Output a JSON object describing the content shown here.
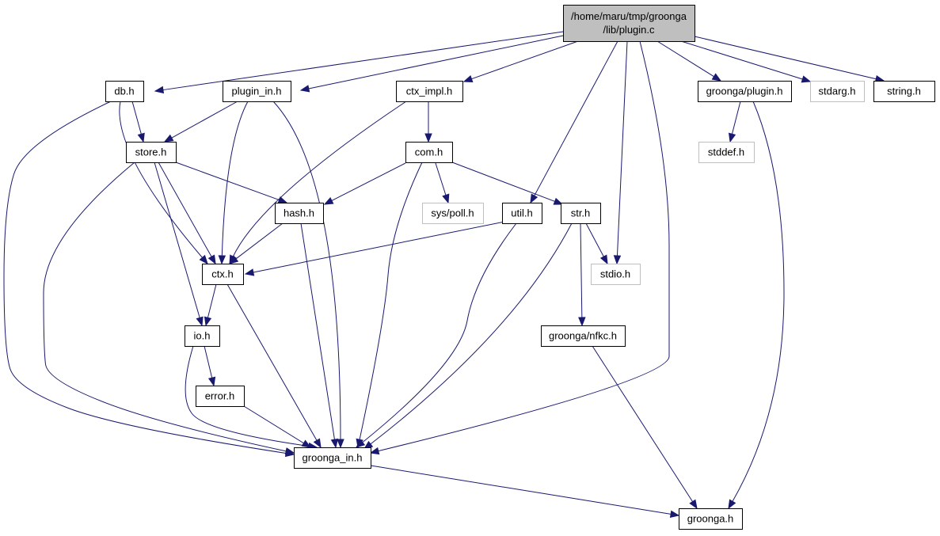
{
  "diagram": {
    "type": "include-dependency-graph",
    "colors": {
      "edge": "#191970",
      "root_fill": "#bfbfbf",
      "node_fill": "#ffffff",
      "node_border": "#000000",
      "external_border": "#bfbfbf"
    },
    "nodes": {
      "plugin_c": {
        "lines": [
          "/home/maru/tmp/groonga",
          "/lib/plugin.c"
        ],
        "kind": "root"
      },
      "db_h": {
        "lines": [
          "db.h"
        ],
        "kind": "local"
      },
      "plugin_in_h": {
        "lines": [
          "plugin_in.h"
        ],
        "kind": "local"
      },
      "ctx_impl_h": {
        "lines": [
          "ctx_impl.h"
        ],
        "kind": "local"
      },
      "groonga_plugin_h": {
        "lines": [
          "groonga/plugin.h"
        ],
        "kind": "local"
      },
      "stdarg_h": {
        "lines": [
          "stdarg.h"
        ],
        "kind": "external"
      },
      "string_h": {
        "lines": [
          "string.h"
        ],
        "kind": "local"
      },
      "store_h": {
        "lines": [
          "store.h"
        ],
        "kind": "local"
      },
      "com_h": {
        "lines": [
          "com.h"
        ],
        "kind": "local"
      },
      "stddef_h": {
        "lines": [
          "stddef.h"
        ],
        "kind": "external"
      },
      "hash_h": {
        "lines": [
          "hash.h"
        ],
        "kind": "local"
      },
      "sys_poll_h": {
        "lines": [
          "sys/poll.h"
        ],
        "kind": "external"
      },
      "util_h": {
        "lines": [
          "util.h"
        ],
        "kind": "local"
      },
      "str_h": {
        "lines": [
          "str.h"
        ],
        "kind": "local"
      },
      "ctx_h": {
        "lines": [
          "ctx.h"
        ],
        "kind": "local"
      },
      "stdio_h": {
        "lines": [
          "stdio.h"
        ],
        "kind": "external"
      },
      "io_h": {
        "lines": [
          "io.h"
        ],
        "kind": "local"
      },
      "groonga_nfkc_h": {
        "lines": [
          "groonga/nfkc.h"
        ],
        "kind": "local"
      },
      "error_h": {
        "lines": [
          "error.h"
        ],
        "kind": "local"
      },
      "groonga_in_h": {
        "lines": [
          "groonga_in.h"
        ],
        "kind": "local"
      },
      "groonga_h": {
        "lines": [
          "groonga.h"
        ],
        "kind": "local"
      }
    },
    "edges": [
      {
        "from": "plugin_c",
        "to": "db_h"
      },
      {
        "from": "plugin_c",
        "to": "plugin_in_h"
      },
      {
        "from": "plugin_c",
        "to": "ctx_impl_h"
      },
      {
        "from": "plugin_c",
        "to": "util_h"
      },
      {
        "from": "plugin_c",
        "to": "stdio_h"
      },
      {
        "from": "plugin_c",
        "to": "groonga_in_h"
      },
      {
        "from": "plugin_c",
        "to": "groonga_plugin_h"
      },
      {
        "from": "plugin_c",
        "to": "stdarg_h"
      },
      {
        "from": "plugin_c",
        "to": "string_h"
      },
      {
        "from": "db_h",
        "to": "store_h"
      },
      {
        "from": "db_h",
        "to": "ctx_h"
      },
      {
        "from": "db_h",
        "to": "groonga_in_h"
      },
      {
        "from": "plugin_in_h",
        "to": "store_h"
      },
      {
        "from": "plugin_in_h",
        "to": "ctx_h"
      },
      {
        "from": "plugin_in_h",
        "to": "groonga_in_h"
      },
      {
        "from": "ctx_impl_h",
        "to": "com_h"
      },
      {
        "from": "ctx_impl_h",
        "to": "ctx_h"
      },
      {
        "from": "groonga_plugin_h",
        "to": "stddef_h"
      },
      {
        "from": "groonga_plugin_h",
        "to": "groonga_h"
      },
      {
        "from": "store_h",
        "to": "hash_h"
      },
      {
        "from": "store_h",
        "to": "ctx_h"
      },
      {
        "from": "store_h",
        "to": "io_h"
      },
      {
        "from": "store_h",
        "to": "groonga_in_h"
      },
      {
        "from": "com_h",
        "to": "hash_h"
      },
      {
        "from": "com_h",
        "to": "sys_poll_h"
      },
      {
        "from": "com_h",
        "to": "str_h"
      },
      {
        "from": "com_h",
        "to": "groonga_in_h"
      },
      {
        "from": "hash_h",
        "to": "ctx_h"
      },
      {
        "from": "hash_h",
        "to": "groonga_in_h"
      },
      {
        "from": "util_h",
        "to": "ctx_h"
      },
      {
        "from": "util_h",
        "to": "groonga_in_h"
      },
      {
        "from": "str_h",
        "to": "stdio_h"
      },
      {
        "from": "str_h",
        "to": "groonga_nfkc_h"
      },
      {
        "from": "str_h",
        "to": "groonga_in_h"
      },
      {
        "from": "ctx_h",
        "to": "io_h"
      },
      {
        "from": "ctx_h",
        "to": "groonga_in_h"
      },
      {
        "from": "io_h",
        "to": "error_h"
      },
      {
        "from": "io_h",
        "to": "groonga_in_h"
      },
      {
        "from": "error_h",
        "to": "groonga_in_h"
      },
      {
        "from": "groonga_nfkc_h",
        "to": "groonga_h"
      },
      {
        "from": "groonga_in_h",
        "to": "groonga_h"
      }
    ]
  }
}
